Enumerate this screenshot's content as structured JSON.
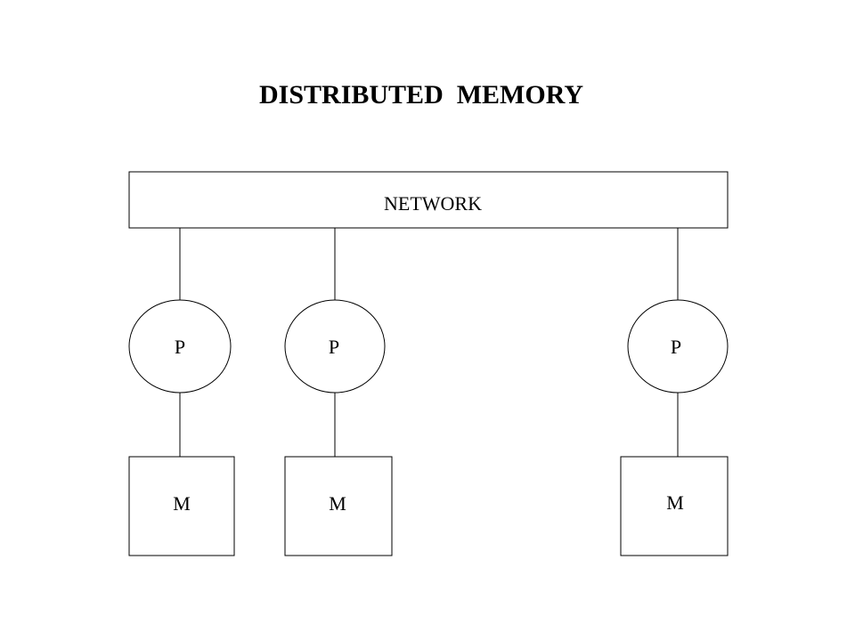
{
  "diagram": {
    "title": "DISTRIBUTED  MEMORY",
    "network_label": "NETWORK",
    "nodes": [
      {
        "processor_label": "P",
        "memory_label": "M"
      },
      {
        "processor_label": "P",
        "memory_label": "M"
      },
      {
        "processor_label": "P",
        "memory_label": "M"
      }
    ]
  }
}
